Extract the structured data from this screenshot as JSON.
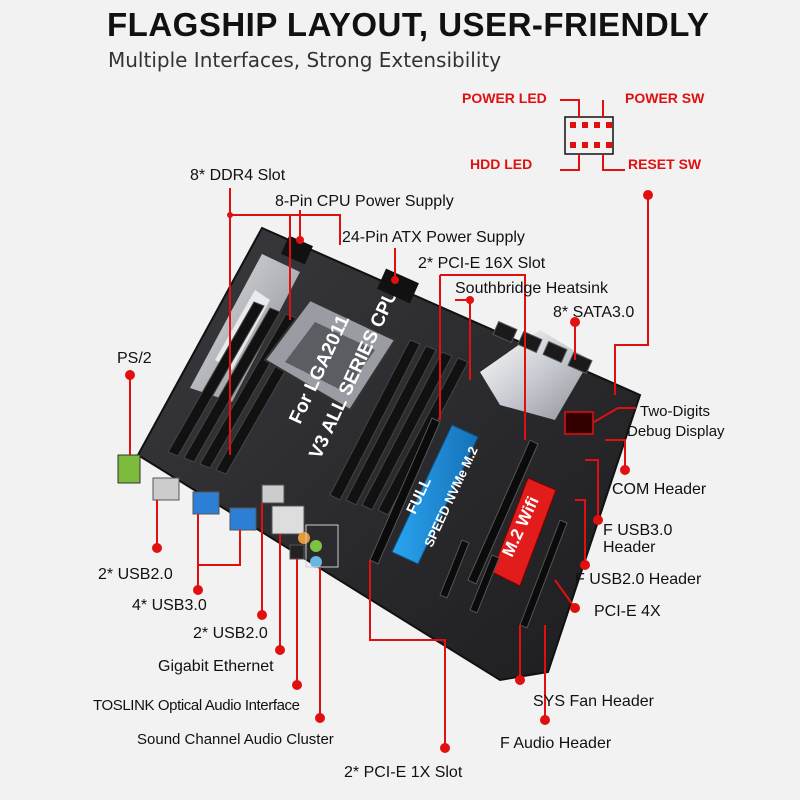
{
  "title": "FLAGSHIP LAYOUT, USER-FRIENDLY",
  "subtitle": "Multiple Interfaces, Strong Extensibility",
  "panel_header": {
    "power_led": "POWER LED",
    "power_sw": "POWER SW",
    "hdd_led": "HDD  LED",
    "reset_sw": "RESET SW"
  },
  "labels": {
    "ddr4": "8* DDR4 Slot",
    "cpu_power": "8-Pin CPU Power Supply",
    "atx_power": "24-Pin ATX Power Supply",
    "pcie16": "2* PCI-E 16X Slot",
    "southbridge": "Southbridge Heatsink",
    "sata": "8* SATA3.0",
    "ps2": "PS/2",
    "debug_line1": "Two-Digits",
    "debug_line2": "Debug Display",
    "com": "COM Header",
    "fusb3_line1": "F USB3.0",
    "fusb3_line2": "Header",
    "fusb2": "F USB2.0 Header",
    "usb2_a": "2* USB2.0",
    "usb3": "4* USB3.0",
    "usb2_b": "2* USB2.0",
    "ethernet": "Gigabit Ethernet",
    "toslink": "TOSLINK Optical Audio Interface",
    "audio": "Sound Channel Audio Cluster",
    "pcie4": "PCI-E 4X",
    "sysfan": "SYS Fan Header",
    "faudio": "F Audio Header",
    "pcie1": "2* PCI-E 1X Slot"
  },
  "board_text": {
    "cpu_line1": "For LGA2011",
    "cpu_line2": "V3 ALL SERIES CPU",
    "nvme_line1": "FULL",
    "nvme_line2": "SPEED NVMe M.2",
    "wifi": "M.2 Wifi"
  },
  "colors": {
    "accent": "#e01010",
    "board": "#2b2b2e",
    "nvme": "#1e8fd6"
  }
}
